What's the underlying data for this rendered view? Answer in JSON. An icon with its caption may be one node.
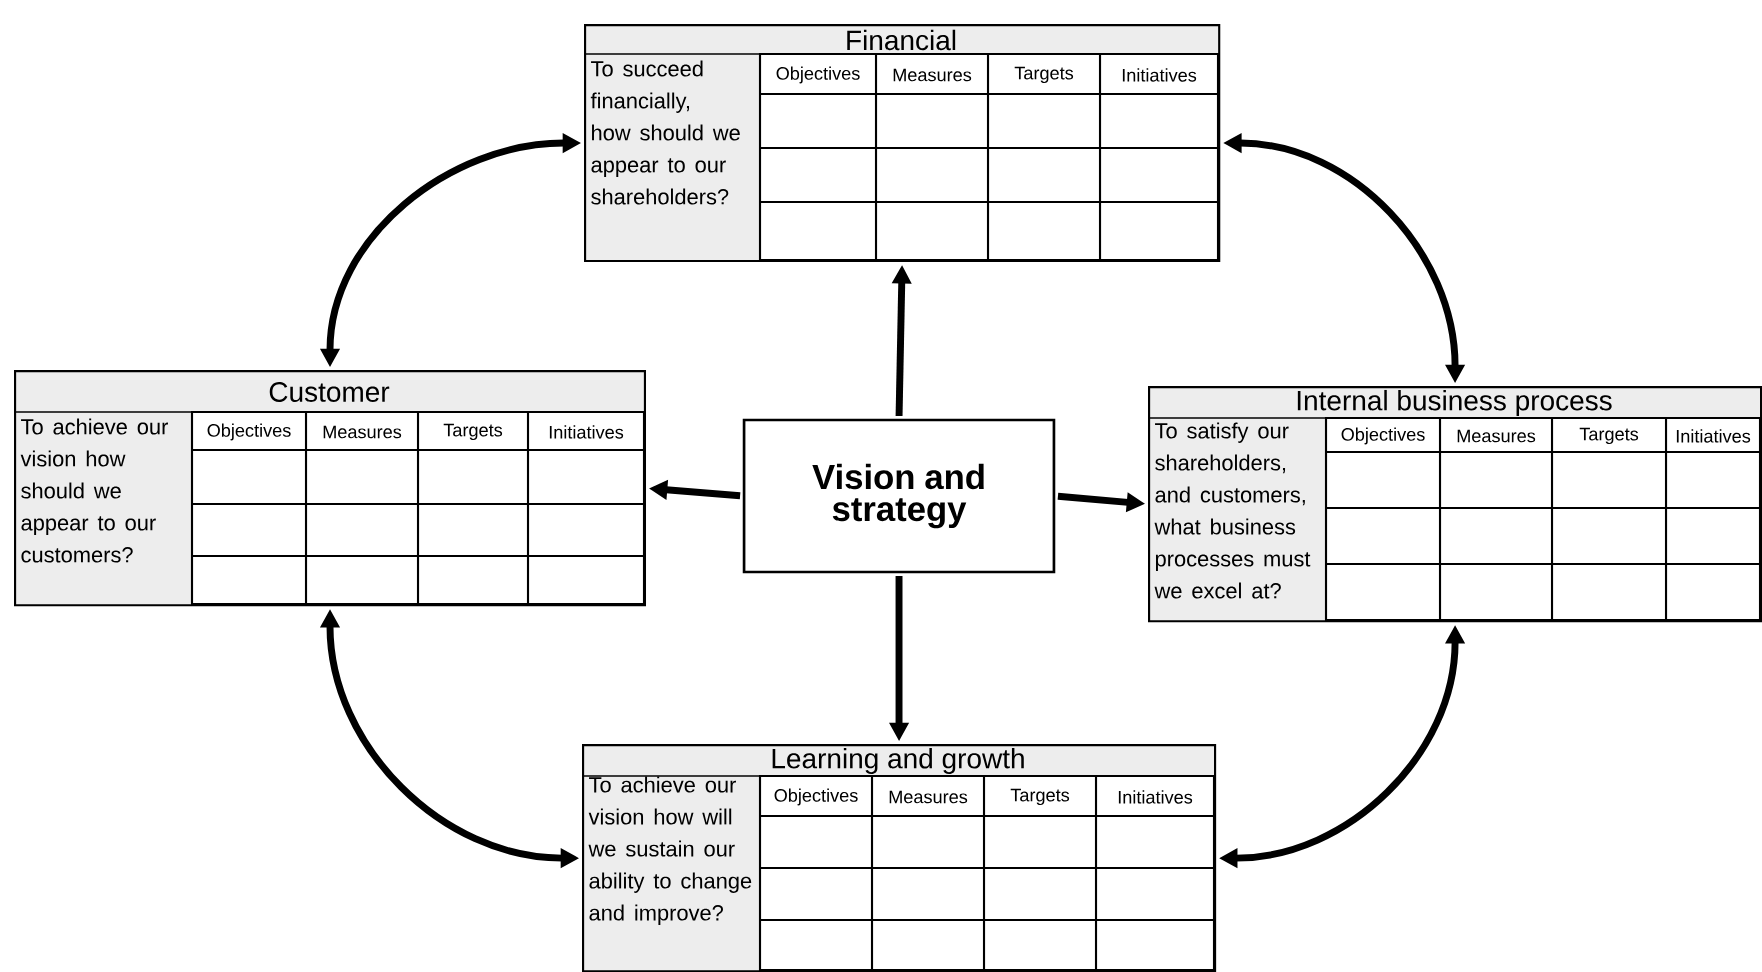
{
  "diagram": {
    "nodes": [
      {
        "text": [
          "Financial",
          "To succeed financially, how should we appear to our shareholders?",
          "Objectives",
          "Measures",
          "Targets",
          "Initiatives"
        ]
      },
      {
        "text": [
          "Customer",
          "To achieve our vision how should we appear to our customers?",
          "Objectives",
          "Measures",
          "Targets",
          "Initiatives"
        ]
      },
      {
        "text": [
          "Vision and strategy"
        ]
      },
      {
        "text": [
          "Internal business process",
          "To satisfy our shareholders, and customers, what business processes must we excel at?",
          "Objectives",
          "Measures",
          "Targets",
          "Initiatives"
        ]
      },
      {
        "text": [
          "Learning and growth",
          "To achieve our vision how will we sustain our ability to change and improve?",
          "Objectives",
          "Measures",
          "Targets",
          "Initiatives"
        ]
      }
    ],
    "edges": [
      {
        "from": 2,
        "to": 0,
        "arrow": "to"
      },
      {
        "from": 2,
        "to": 1,
        "arrow": "to"
      },
      {
        "from": 2,
        "to": 3,
        "arrow": "to"
      },
      {
        "from": 2,
        "to": 4,
        "arrow": "to"
      },
      {
        "from": 0,
        "to": 1,
        "arrow": "both"
      },
      {
        "from": 0,
        "to": 3,
        "arrow": "both"
      },
      {
        "from": 1,
        "to": 4,
        "arrow": "both"
      },
      {
        "from": 3,
        "to": 4,
        "arrow": "both"
      }
    ]
  }
}
